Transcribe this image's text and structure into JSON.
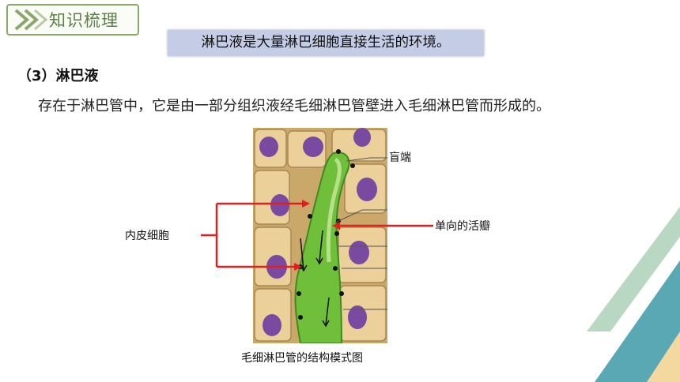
{
  "section_tag": {
    "icon": "double-chevron-icon",
    "label": "知识梳理"
  },
  "highlight_note": "淋巴液是大量淋巴细胞直接生活的环境。",
  "heading": "（3）淋巴液",
  "body_text": "存在于淋巴管中，它是由一部分组织液经毛细淋巴管壁进入毛细淋巴管而形成的。",
  "figure": {
    "labels": {
      "blind_end": "盲端",
      "one_way_valve": "单向的活瓣",
      "endothelial_cell": "内皮细胞"
    },
    "caption": "毛细淋巴管的结构模式图"
  },
  "colors": {
    "accent_green": "#8aa86a",
    "highlight_bg": "#c4cce6",
    "arrow_red": "#e02020",
    "vessel_green": "#6fbf3a",
    "cell_tan": "#e8c98a",
    "nucleus_purple": "#7a4aa0"
  }
}
